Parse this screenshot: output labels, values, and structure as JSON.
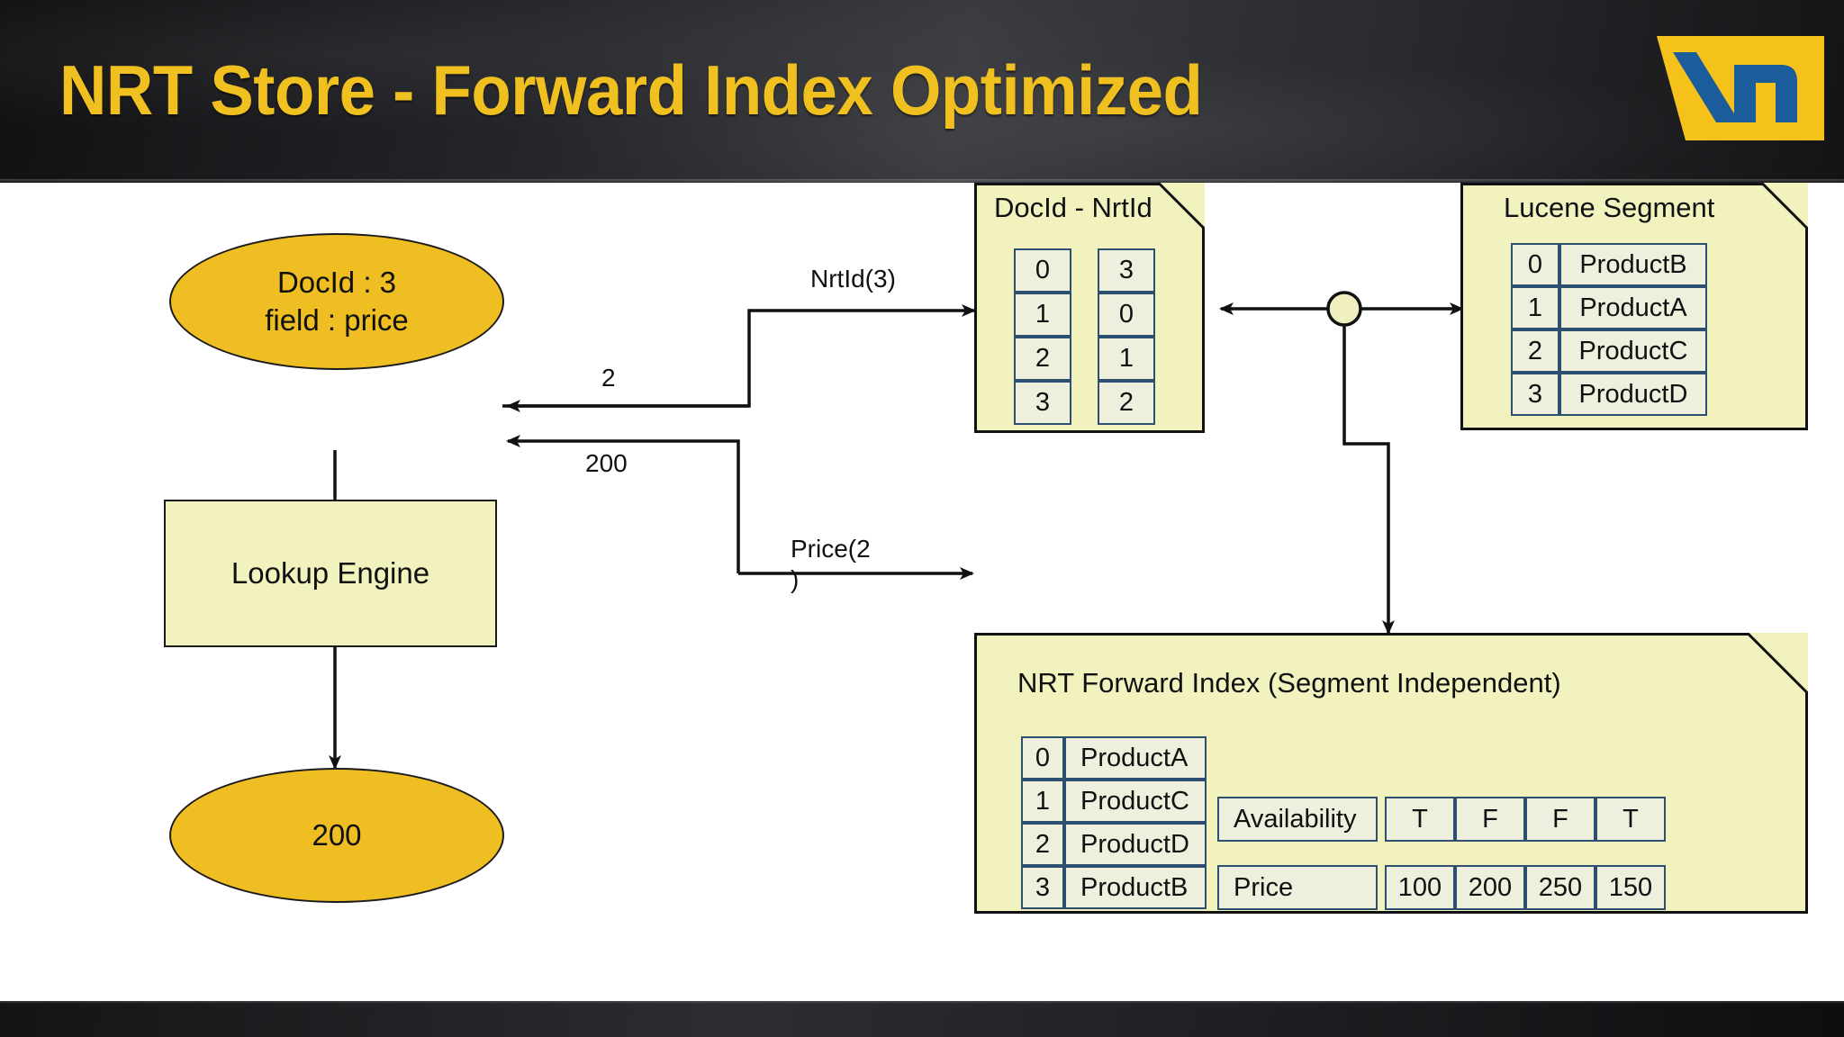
{
  "header": {
    "title": "NRT Store - Forward Index Optimized",
    "logo_name": "ln-logo",
    "title_color": "#F0C020",
    "bg_color": "#25262A"
  },
  "palette": {
    "ellipse_fill": "#EFBE22",
    "panel_fill": "#F2F2BF",
    "cell_fill": "#EFEFDD",
    "cell_border": "#2E5070",
    "stroke": "#111111"
  },
  "diagram": {
    "request_node": {
      "line1": "DocId : 3",
      "line2": "field : price"
    },
    "engine_node": {
      "label": "Lookup Engine"
    },
    "result_node": {
      "label": "200"
    },
    "edges": [
      {
        "name": "nrtid-request",
        "label": "NrtId(3)"
      },
      {
        "name": "nrtid-response",
        "label": "2"
      },
      {
        "name": "price-response",
        "label": "200"
      },
      {
        "name": "price-request",
        "label": "Price(2\n)"
      }
    ],
    "docid_nrtid_panel": {
      "title": "DocId - NrtId",
      "left_column": [
        "0",
        "1",
        "2",
        "3"
      ],
      "right_column": [
        "3",
        "0",
        "1",
        "2"
      ]
    },
    "lucene_segment_panel": {
      "title": "Lucene Segment",
      "rows": [
        {
          "id": "0",
          "value": "ProductB"
        },
        {
          "id": "1",
          "value": "ProductA"
        },
        {
          "id": "2",
          "value": "ProductC"
        },
        {
          "id": "3",
          "value": "ProductD"
        }
      ]
    },
    "nrt_forward_index_panel": {
      "title": "NRT Forward Index (Segment Independent)",
      "rows": [
        {
          "id": "0",
          "value": "ProductA"
        },
        {
          "id": "1",
          "value": "ProductC"
        },
        {
          "id": "2",
          "value": "ProductD"
        },
        {
          "id": "3",
          "value": "ProductB"
        }
      ],
      "fields": [
        {
          "name": "Availability",
          "values": [
            "T",
            "F",
            "F",
            "T"
          ]
        },
        {
          "name": "Price",
          "values": [
            "100",
            "200",
            "250",
            "150"
          ]
        }
      ]
    }
  }
}
